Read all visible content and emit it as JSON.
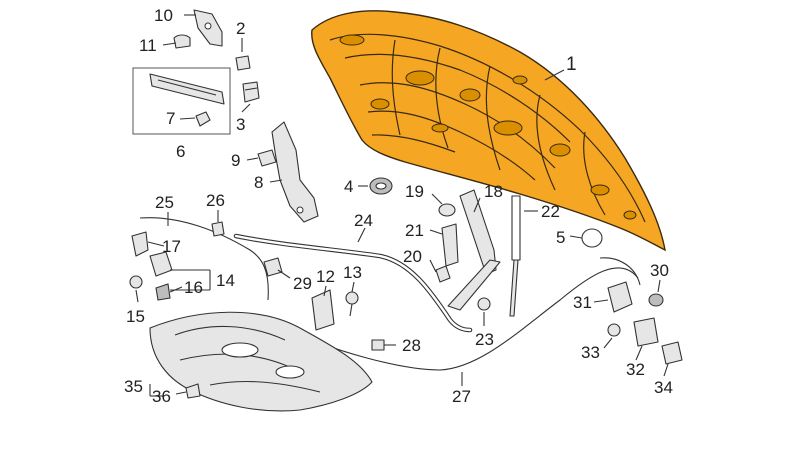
{
  "diagram": {
    "highlight_color": "#f5a623",
    "callouts": {
      "c1": "1",
      "c2": "2",
      "c3": "3",
      "c4": "4",
      "c5": "5",
      "c6": "6",
      "c7": "7",
      "c8": "8",
      "c9": "9",
      "c10": "10",
      "c11": "11",
      "c12": "12",
      "c13": "13",
      "c14": "14",
      "c15": "15",
      "c16": "16",
      "c17": "17",
      "c18": "18",
      "c19": "19",
      "c20": "20",
      "c21": "21",
      "c22": "22",
      "c23": "23",
      "c24": "24",
      "c25": "25",
      "c26": "26",
      "c27": "27",
      "c28": "28",
      "c29": "29",
      "c30": "30",
      "c31": "31",
      "c32": "32",
      "c33": "33",
      "c34": "34",
      "c35": "35",
      "c36": "36"
    }
  }
}
